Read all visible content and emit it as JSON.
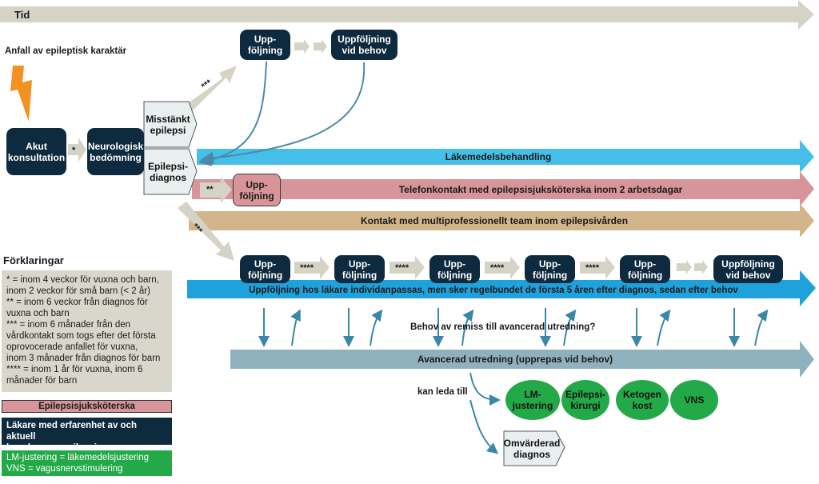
{
  "time_label": "Tid",
  "seizure_label": "Anfall av epileptisk karaktär",
  "acute_label": "Akut\nkonsultation",
  "neuro_label": "Neurologisk\nbedömning",
  "suspected_label": "Misstänkt\nepilepsi",
  "diagnosis_label": "Epilepsi-\ndiagnos",
  "top_followup_label": "Upp-\nföljning",
  "top_followup_need_label": "Uppföljning\nvid behov",
  "medication_label": "Läkemedelsbehandling",
  "phone_label": "Telefonkontakt med epilepsisjuksköterska inom 2 arbetsdagar",
  "nurse_followup_label": "Upp-\nföljning",
  "team_label": "Kontakt med multiprofessionellt team inom epilepsivården",
  "star1": "*",
  "star2": "**",
  "star3": "***",
  "star4": "****",
  "row_followups": [
    "Upp-\nföljning",
    "Upp-\nföljning",
    "Upp-\nföljning",
    "Upp-\nföljning",
    "Upp-\nföljning",
    "Uppföljning\nvid behov"
  ],
  "doctor_band_label": "Uppföljning hos läkare individanpassas, men sker regelbundet de första 5 åren efter diagnos, sedan efter behov",
  "referral_question": "Behov av remiss till avancerad utredning?",
  "advanced_label": "Avancerad utredning (upprepas vid behov)",
  "leads_to_label": "kan leda till",
  "outcomes": [
    "LM-\njustering",
    "Epilepsi-\nkirurgi",
    "Ketogen\nkost",
    "VNS"
  ],
  "reassessed_label": "Omvärderad\ndiagnos",
  "legend_title": "Förklaringar",
  "legend_lines": [
    "* = inom 4 veckor för vuxna och barn,",
    "inom 2 veckor för små barn (< 2 år)",
    "** = inom 6 veckor från diagnos för",
    "vuxna och barn",
    "*** = inom 6 månader från den",
    "vårdkontakt som togs efter det första",
    "oprovocerade anfallet för vuxna,",
    "inom 3 månader från diagnos för barn",
    "**** = inom 1 år för vuxna, inom 6",
    "månader för barn"
  ],
  "legend_nurse": "Epilepsisjuksköterska",
  "legend_doctor": "Läkare med erfarenhet av och aktuell\nkunskap om epilepsi",
  "legend_abbrev": "LM-justering = läkemedelsjustering\nVNS = vagusnervstimulering",
  "colors": {
    "navy": "#0e2a3f",
    "blue": "#46bfe8",
    "doctor_blue": "#1fa2dc",
    "pink": "#d79599",
    "tan": "#d3b58b",
    "gray_arrow": "#d5d3c6",
    "steel": "#8fb1be",
    "green": "#23a948",
    "orange": "#f39222"
  }
}
